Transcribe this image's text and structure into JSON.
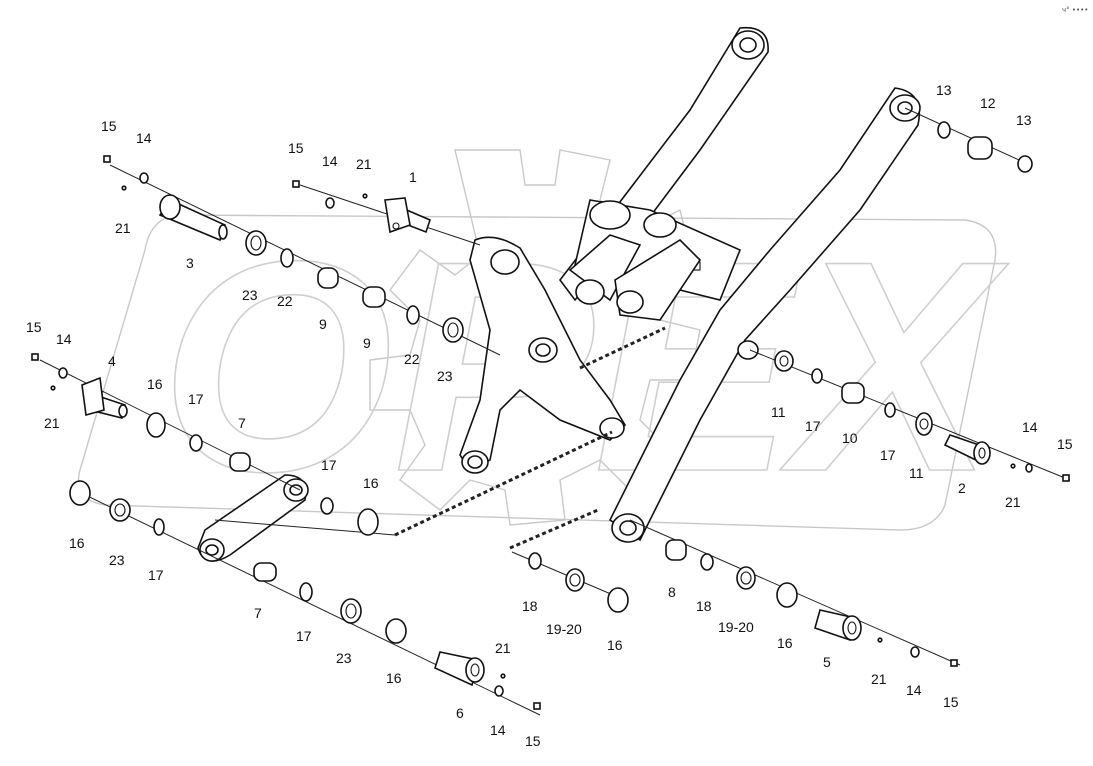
{
  "corner_text": "ч° ••••",
  "watermark": "OPEX",
  "labels": [
    {
      "id": "l15a",
      "text": "15"
    },
    {
      "id": "l14a",
      "text": "14"
    },
    {
      "id": "l21a",
      "text": "21"
    },
    {
      "id": "l3",
      "text": "3"
    },
    {
      "id": "l23a",
      "text": "23"
    },
    {
      "id": "l22a",
      "text": "22"
    },
    {
      "id": "l9a",
      "text": "9"
    },
    {
      "id": "l9b",
      "text": "9"
    },
    {
      "id": "l22b",
      "text": "22"
    },
    {
      "id": "l23b",
      "text": "23"
    },
    {
      "id": "l15b",
      "text": "15"
    },
    {
      "id": "l14b",
      "text": "14"
    },
    {
      "id": "l21b",
      "text": "21"
    },
    {
      "id": "l1",
      "text": "1"
    },
    {
      "id": "l15c",
      "text": "15"
    },
    {
      "id": "l14c",
      "text": "14"
    },
    {
      "id": "l21c",
      "text": "21"
    },
    {
      "id": "l4",
      "text": "4"
    },
    {
      "id": "l16a",
      "text": "16"
    },
    {
      "id": "l17a",
      "text": "17"
    },
    {
      "id": "l7a",
      "text": "7"
    },
    {
      "id": "l16b",
      "text": "16"
    },
    {
      "id": "l23c",
      "text": "23"
    },
    {
      "id": "l17b",
      "text": "17"
    },
    {
      "id": "l17c",
      "text": "17"
    },
    {
      "id": "l16c",
      "text": "16"
    },
    {
      "id": "l7b",
      "text": "7"
    },
    {
      "id": "l17d",
      "text": "17"
    },
    {
      "id": "l23d",
      "text": "23"
    },
    {
      "id": "l16d",
      "text": "16"
    },
    {
      "id": "l6",
      "text": "6"
    },
    {
      "id": "l21d",
      "text": "21"
    },
    {
      "id": "l14d",
      "text": "14"
    },
    {
      "id": "l15d",
      "text": "15"
    },
    {
      "id": "l18a",
      "text": "18"
    },
    {
      "id": "l1920a",
      "text": "19-20"
    },
    {
      "id": "l16e",
      "text": "16"
    },
    {
      "id": "l8",
      "text": "8"
    },
    {
      "id": "l18b",
      "text": "18"
    },
    {
      "id": "l1920b",
      "text": "19-20"
    },
    {
      "id": "l16f",
      "text": "16"
    },
    {
      "id": "l5",
      "text": "5"
    },
    {
      "id": "l21e",
      "text": "21"
    },
    {
      "id": "l14e",
      "text": "14"
    },
    {
      "id": "l15e",
      "text": "15"
    },
    {
      "id": "l11a",
      "text": "11"
    },
    {
      "id": "l17e",
      "text": "17"
    },
    {
      "id": "l10",
      "text": "10"
    },
    {
      "id": "l17f",
      "text": "17"
    },
    {
      "id": "l11b",
      "text": "11"
    },
    {
      "id": "l2",
      "text": "2"
    },
    {
      "id": "l21f",
      "text": "21"
    },
    {
      "id": "l14f",
      "text": "14"
    },
    {
      "id": "l15f",
      "text": "15"
    },
    {
      "id": "l13a",
      "text": "13"
    },
    {
      "id": "l12",
      "text": "12"
    },
    {
      "id": "l13b",
      "text": "13"
    }
  ]
}
